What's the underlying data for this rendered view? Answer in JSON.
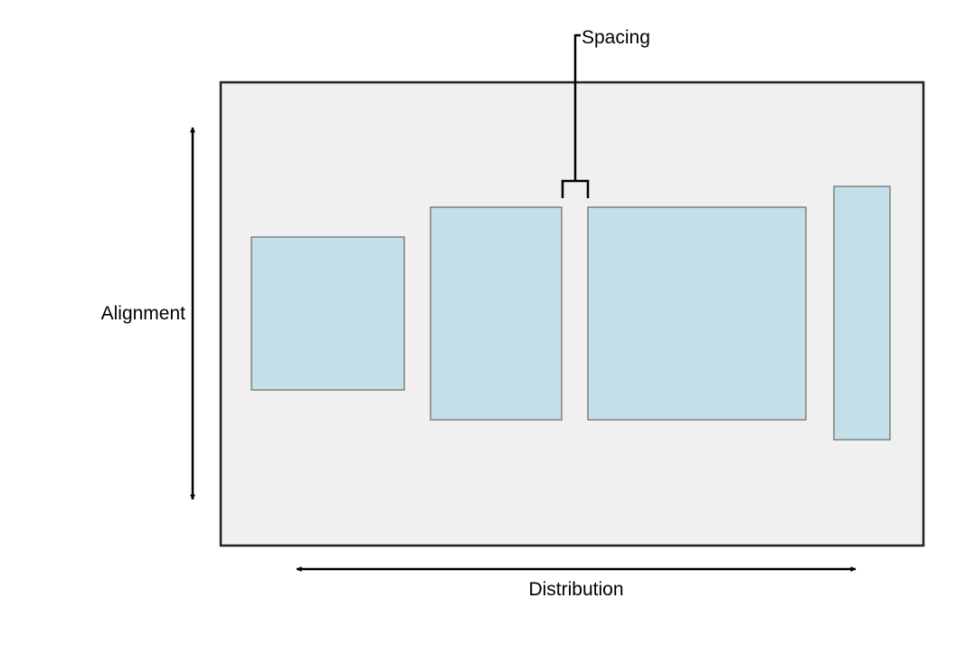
{
  "labels": {
    "spacing": "Spacing",
    "alignment": "Alignment",
    "distribution": "Distribution"
  },
  "colors": {
    "container_fill": "#f0f0f0",
    "container_stroke": "#222222",
    "view_fill": "#c3dfe9",
    "view_stroke": "#808080",
    "arrow": "#000000"
  }
}
